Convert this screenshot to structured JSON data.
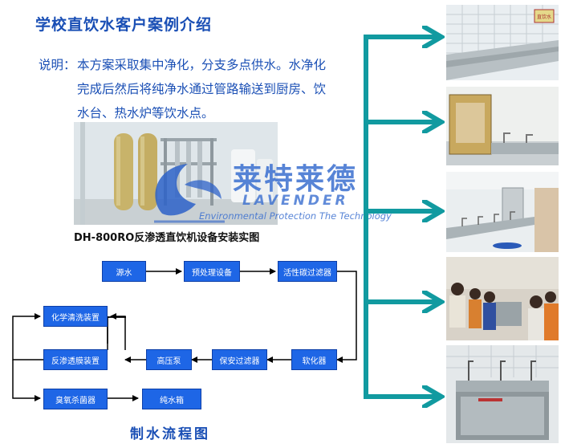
{
  "title": "学校直饮水客户案例介绍",
  "description": {
    "label": "说明：",
    "line1": "本方案采取集中净化，分支多点供水。水净化",
    "line2": "完成后然后将纯净水通过管路输送到厨房、饮",
    "line3": "水台、热水炉等饮水点。"
  },
  "photo_caption": "DH-800RO反渗透直饮机设备安装实图",
  "logo": {
    "cn": "莱特莱德",
    "en": "LAVENDER",
    "sub": "Environmental Protection The Technology"
  },
  "flow": {
    "source": "源水",
    "pretreat": "预处理设备",
    "carbon": "活性碳过滤器",
    "softener": "软化器",
    "security": "保安过滤器",
    "pump": "高压泵",
    "ro": "反渗透膜装置",
    "chem": "化学清洗装置",
    "ozone": "臭氧杀菌器",
    "tank": "纯水箱"
  },
  "flow_title": "制水流程图",
  "sign_text": "直饮水",
  "colors": {
    "flow_box": "#1e66e6",
    "pipe": "#119aa0",
    "heading": "#1a4fb5"
  }
}
